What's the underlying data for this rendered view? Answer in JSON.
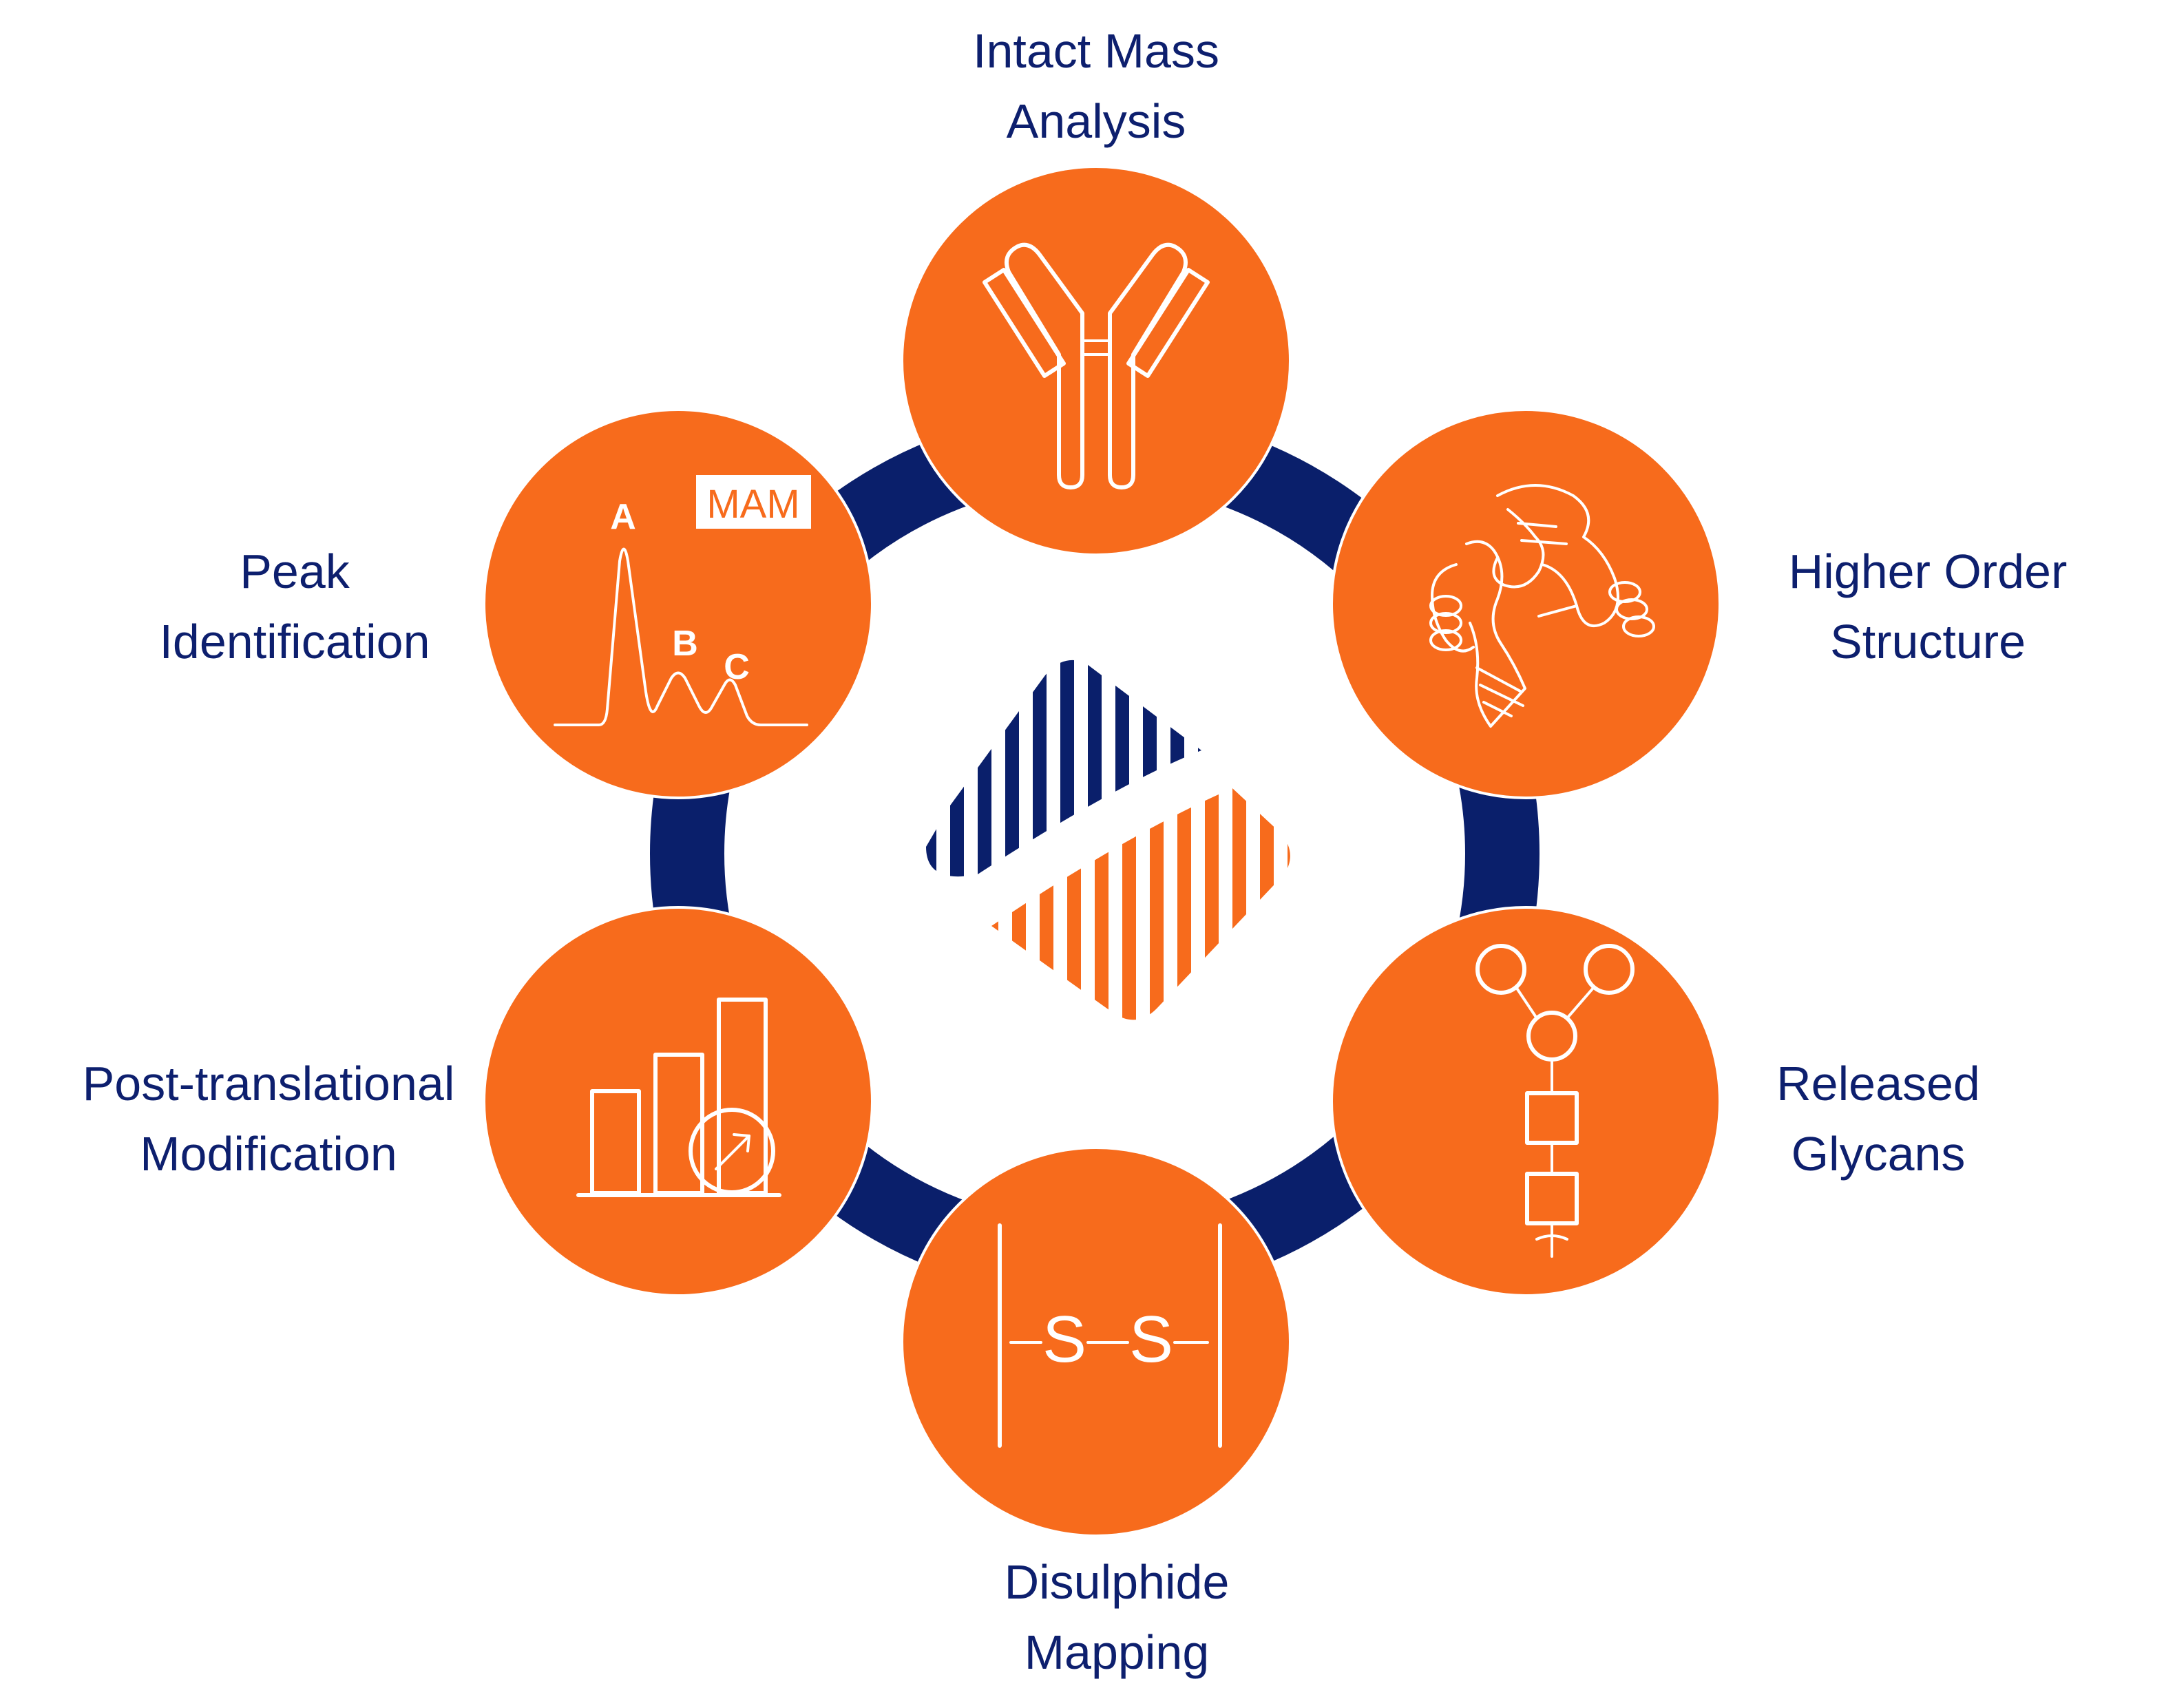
{
  "colors": {
    "ring": "#0a1f6b",
    "node_fill": "#f76b1c",
    "label": "#0d1f6e",
    "icon": "#ffffff"
  },
  "nodes": [
    {
      "id": "intact-mass",
      "label_lines": [
        "Intact Mass",
        "Analysis"
      ],
      "icon": "antibody-icon"
    },
    {
      "id": "higher-order",
      "label_lines": [
        "Higher Order",
        "Structure"
      ],
      "icon": "protein-ribbon-icon"
    },
    {
      "id": "released-glycans",
      "label_lines": [
        "Released",
        "Glycans"
      ],
      "icon": "glycan-tree-icon"
    },
    {
      "id": "disulphide",
      "label_lines": [
        "Disulphide",
        "Mapping"
      ],
      "icon": "disulphide-bond-icon",
      "icon_text": [
        "S",
        "S"
      ]
    },
    {
      "id": "ptm",
      "label_lines": [
        "Post-translational",
        "Modification"
      ],
      "icon": "bar-chart-magnifier-icon"
    },
    {
      "id": "peak-id",
      "label_lines": [
        "Peak",
        "Identification"
      ],
      "icon": "chromatogram-icon",
      "icon_text": {
        "badge": "MAM",
        "peaks": [
          "A",
          "B",
          "C"
        ]
      }
    }
  ],
  "center_logo": "striped-diamond-logo-icon"
}
